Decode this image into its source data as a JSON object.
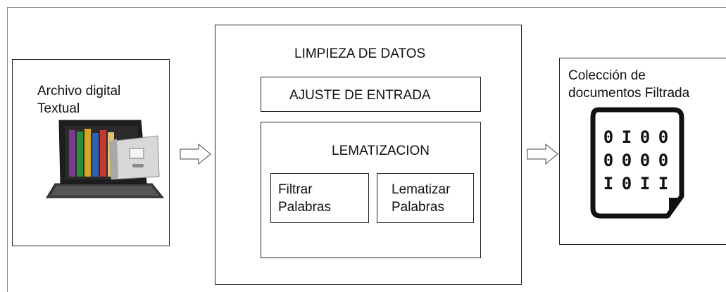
{
  "input_box": {
    "label": "Archivo digital\nTextual",
    "icon": "laptop-file-cabinet-icon"
  },
  "cleaning_box": {
    "title": "LIMPIEZA DE DATOS",
    "adjust": "AJUSTE DE ENTRADA",
    "lemmatization": {
      "title": "LEMATIZACION",
      "filter": "Filtrar\nPalabras",
      "lemmatize": "Lematizar\nPalabras"
    }
  },
  "output_box": {
    "label": "Colección de\ndocumentos Filtrada",
    "icon": "binary-document-icon",
    "binary_rows": [
      [
        "0",
        "I",
        "0",
        "0"
      ],
      [
        "0",
        "0",
        "0",
        "0"
      ],
      [
        "I",
        "0",
        "I",
        "I"
      ]
    ]
  },
  "colors": {
    "stroke": "#222222",
    "frame": "#8a8a8a",
    "folder_colors": [
      "#7a3b8f",
      "#2e8b3a",
      "#d9a520",
      "#2f5fb0",
      "#c23b2e"
    ]
  }
}
